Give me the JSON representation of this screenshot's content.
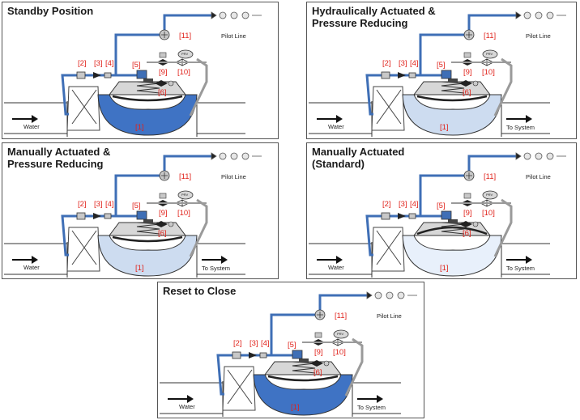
{
  "colors": {
    "pipe": "#3f6fb6",
    "fluid": "#3f73c4",
    "light": "#cddcf0",
    "label": "#e0221b",
    "valve": "#c8c8c8",
    "tube_grey": "#9a9a9a"
  },
  "labels": {
    "n2": "[2]",
    "n3": "[3]",
    "n4": "[4]",
    "n5": "[5]",
    "n6": "[6]",
    "n9": "[9]",
    "n10": "[10]",
    "n11": "[11]",
    "n1": "[1]",
    "water": "Water",
    "to_system": "To System",
    "pilot_line": "Pilot Line",
    "gauge": "PRV"
  },
  "panels": [
    {
      "id": "standby",
      "title": "Standby Position",
      "show_to_system": false,
      "fill": "full"
    },
    {
      "id": "hydraulic",
      "title": "Hydraulically Actuated &\nPressure Reducing",
      "show_to_system": true,
      "fill": "light"
    },
    {
      "id": "manual_prv",
      "title": "Manually Actuated &\nPressure Reducing",
      "show_to_system": true,
      "fill": "light"
    },
    {
      "id": "manual_std",
      "title": "Manually Actuated\n(Standard)",
      "show_to_system": true,
      "fill": "open"
    },
    {
      "id": "reset",
      "title": "Reset to Close",
      "show_to_system": true,
      "fill": "full"
    }
  ]
}
